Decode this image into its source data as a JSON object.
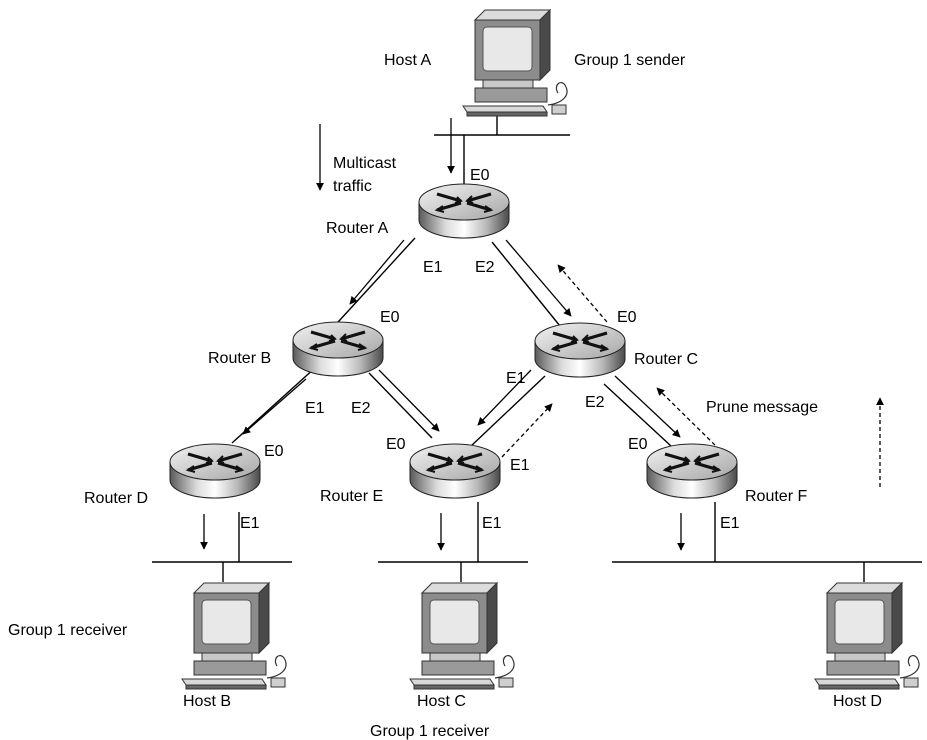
{
  "hosts": {
    "host_a": "Host A",
    "host_b": "Host B",
    "host_c": "Host C",
    "host_d": "Host D"
  },
  "roles": {
    "sender": "Group 1 sender",
    "receiver_b": "Group 1 receiver",
    "receiver_c": "Group 1 receiver"
  },
  "routers": {
    "a": "Router A",
    "b": "Router B",
    "c": "Router C",
    "d": "Router D",
    "e": "Router E",
    "f": "Router F"
  },
  "interfaces": {
    "e0": "E0",
    "e1": "E1",
    "e2": "E2"
  },
  "legend": {
    "traffic_line1": "Multicast",
    "traffic_line2": "traffic",
    "prune": "Prune message"
  }
}
